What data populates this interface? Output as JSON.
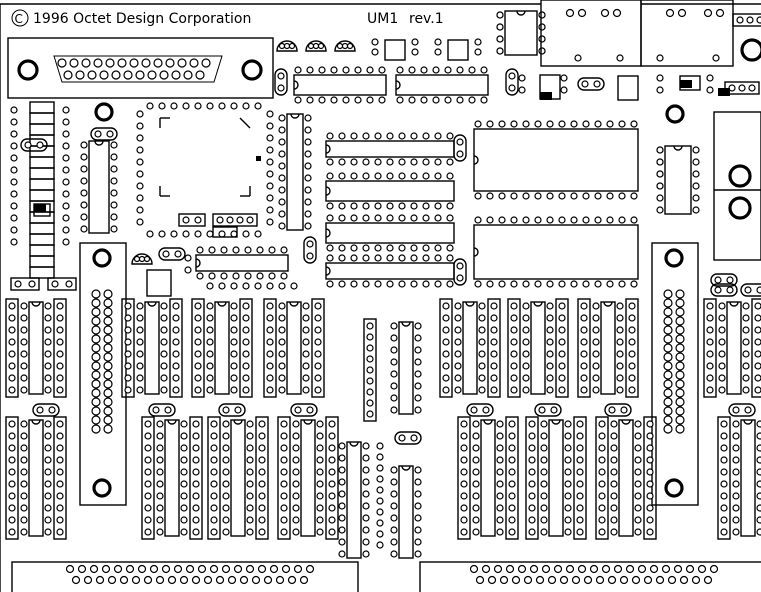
{
  "board": {
    "copyright_symbol": "C",
    "copyright_text": "1996 Octet Design Corporation",
    "model": "UM1",
    "revision": "rev.1"
  }
}
